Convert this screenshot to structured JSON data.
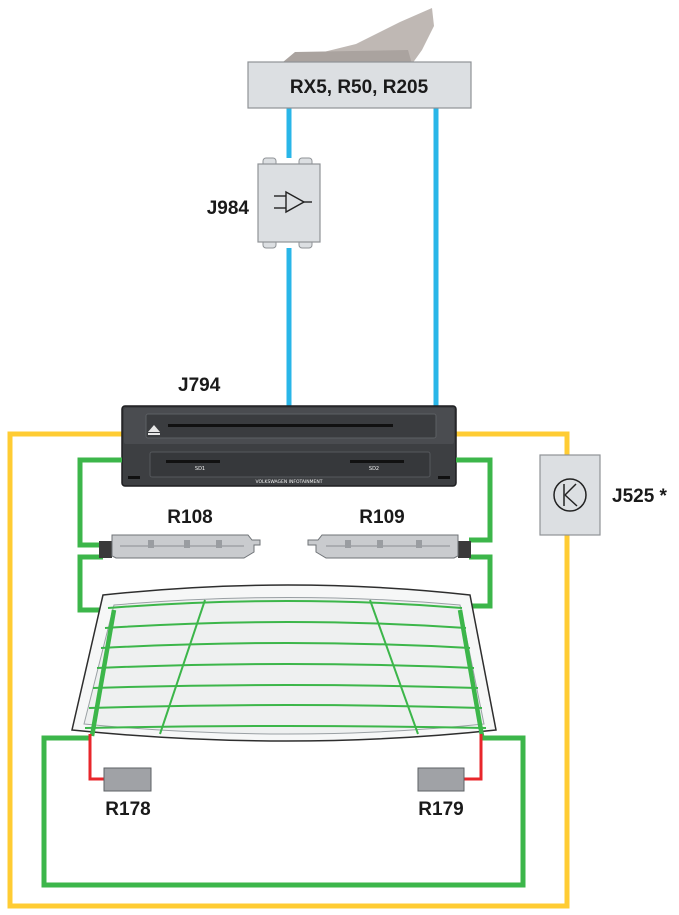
{
  "labels": {
    "radio": "RX5, R50, R205",
    "amplifier": "J984",
    "unit": "J794",
    "gateway": "J525 *",
    "speaker_left": "R108",
    "speaker_right": "R109",
    "antenna_left": "R178",
    "antenna_right": "R179"
  },
  "device_text": {
    "slot1": "SD1",
    "slot2": "SD2",
    "brand": "VOLKSWAGEN INFOTAINMENT"
  },
  "colors": {
    "blue": "#29b6e8",
    "green": "#3cb64a",
    "yellow": "#ffcc33",
    "red": "#e8262b",
    "box_fill": "#dcdfe2",
    "device_dark": "#3d3f42"
  }
}
